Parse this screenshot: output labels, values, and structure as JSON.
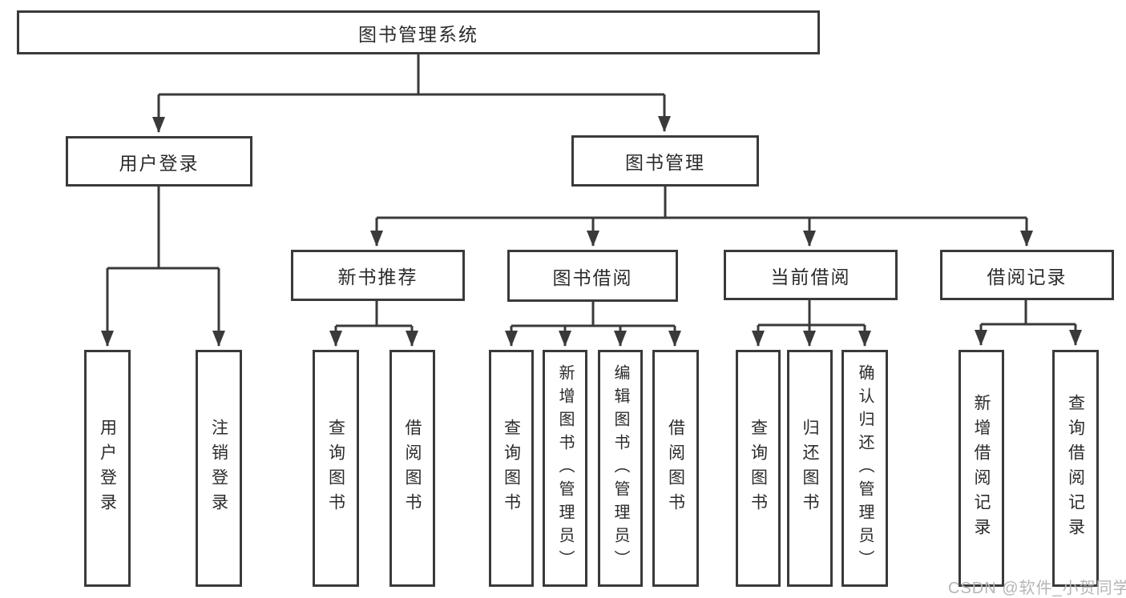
{
  "diagram": {
    "root": {
      "label": "图书管理系统"
    },
    "branches": {
      "user_login": {
        "label": "用户登录",
        "children": [
          {
            "label": "用户登录"
          },
          {
            "label": "注销登录"
          }
        ]
      },
      "book_mgmt": {
        "label": "图书管理",
        "children": [
          {
            "label": "新书推荐",
            "children": [
              {
                "label": "查询图书"
              },
              {
                "label": "借阅图书"
              }
            ]
          },
          {
            "label": "图书借阅",
            "children": [
              {
                "label": "查询图书"
              },
              {
                "label": "新增图书（管理员）"
              },
              {
                "label": "编辑图书（管理员）"
              },
              {
                "label": "借阅图书"
              }
            ]
          },
          {
            "label": "当前借阅",
            "children": [
              {
                "label": "查询图书"
              },
              {
                "label": "归还图书"
              },
              {
                "label": "确认归还（管理员）"
              }
            ]
          },
          {
            "label": "借阅记录",
            "children": [
              {
                "label": "新增借阅记录"
              },
              {
                "label": "查询借阅记录"
              }
            ]
          }
        ]
      }
    }
  },
  "watermark": {
    "text": "CSDN @软件_小贺同学"
  },
  "colors": {
    "line": "#3a3a3a",
    "box_border": "#3a3a3a",
    "text": "#2b2b2b",
    "watermark": "#b5b5ba",
    "background": "#ffffff"
  }
}
